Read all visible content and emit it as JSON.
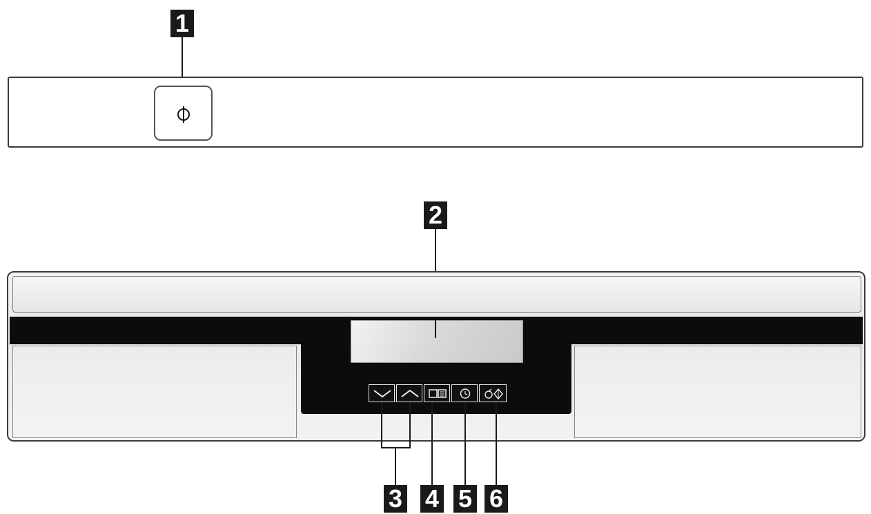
{
  "callouts": {
    "c1": "1",
    "c2": "2",
    "c3": "3",
    "c4": "4",
    "c5": "5",
    "c6": "6"
  },
  "icons": {
    "power": "power-icon",
    "down": "chevron-down-icon",
    "up": "chevron-up-icon",
    "program": "program-select-icon",
    "timer": "delay-start-icon",
    "start": "start-stop-icon"
  },
  "colors": {
    "panel_black": "#0c0c0c",
    "callout_fill": "#1a1a1a",
    "panel_grey": "#ececec"
  }
}
